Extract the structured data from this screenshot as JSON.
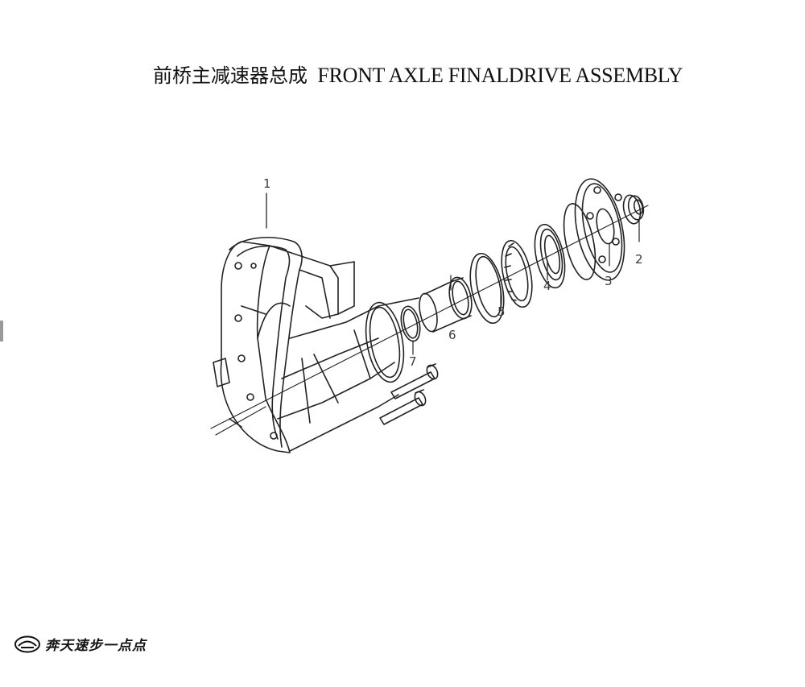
{
  "title": {
    "cn": "前桥主减速器总成",
    "en": "FRONT AXLE FINALDRIVE ASSEMBLY"
  },
  "callouts": [
    "1",
    "2",
    "3",
    "4",
    "5",
    "6",
    "7"
  ],
  "footer": {
    "slogan": "奔天速步一点点",
    "logo_icon": "emblem-icon"
  },
  "colors": {
    "ink": "#111111",
    "callout_text": "#3a3a3a"
  }
}
